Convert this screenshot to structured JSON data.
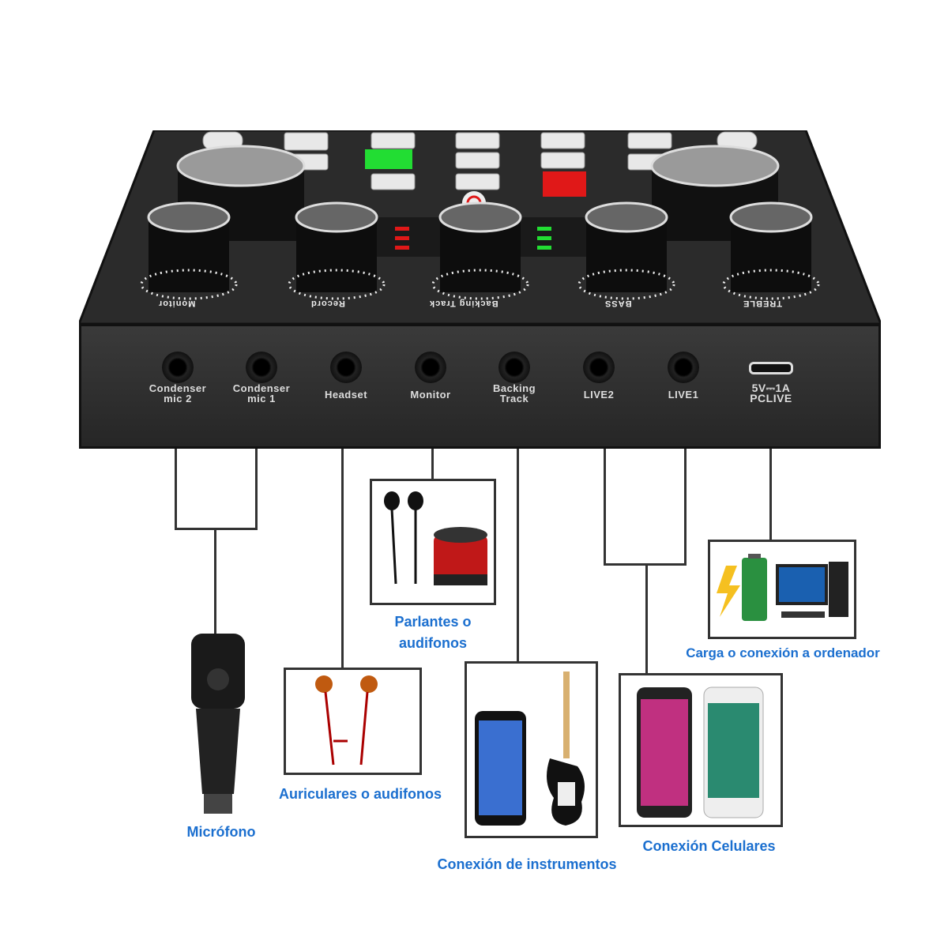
{
  "device": {
    "knobs": [
      "Monitor",
      "Record",
      "Backing Track",
      "BASS",
      "TREBLE"
    ],
    "ports": [
      {
        "label_line1": "Condenser",
        "label_line2": "mic 2"
      },
      {
        "label_line1": "Condenser",
        "label_line2": "mic 1"
      },
      {
        "label_line1": "Headset",
        "label_line2": ""
      },
      {
        "label_line1": "Monitor",
        "label_line2": ""
      },
      {
        "label_line1": "Backing",
        "label_line2": "Track"
      },
      {
        "label_line1": "LIVE2",
        "label_line2": ""
      },
      {
        "label_line1": "LIVE1",
        "label_line2": ""
      },
      {
        "label_line1": "5V⎓1A",
        "label_line2": "PCLIVE"
      }
    ]
  },
  "captions": {
    "speakers_line1": "Parlantes o",
    "speakers_line2": "audifonos",
    "microphone": "Micrófono",
    "earphones": "Auriculares o audifonos",
    "instruments": "Conexión de instrumentos",
    "phones": "Conexión Celulares",
    "computer": "Carga o conexión a ordenador"
  },
  "colors": {
    "caption": "#1b6fcf",
    "device": "#2a2a2a",
    "led_green": "#22dd33",
    "led_red": "#e01818"
  }
}
